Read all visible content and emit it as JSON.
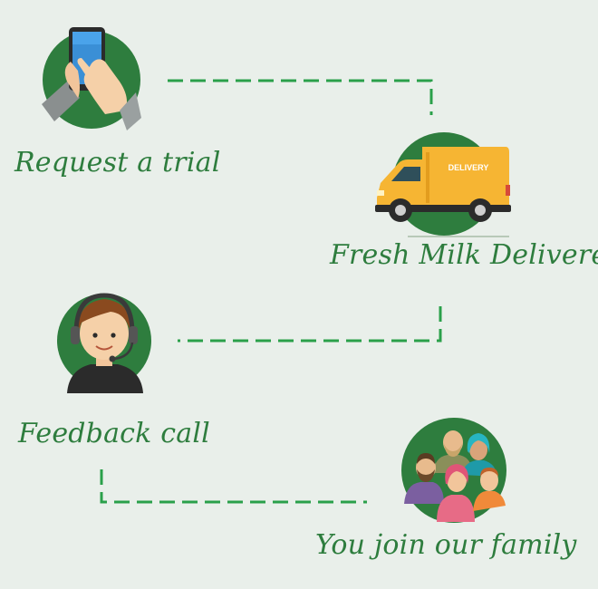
{
  "steps": [
    {
      "label": "Request a trial",
      "icon": "phone-tap-icon"
    },
    {
      "label": "Fresh Milk Delivered",
      "icon": "delivery-van-icon",
      "van_text": "DELIVERY"
    },
    {
      "label": "Feedback call",
      "icon": "support-agent-icon"
    },
    {
      "label": "You join our family",
      "icon": "family-group-icon"
    }
  ],
  "colors": {
    "background": "#e9efea",
    "circle": "#2e7d3e",
    "label": "#2e7d3e",
    "connector": "#2aa04a",
    "van": "#f6b533"
  }
}
